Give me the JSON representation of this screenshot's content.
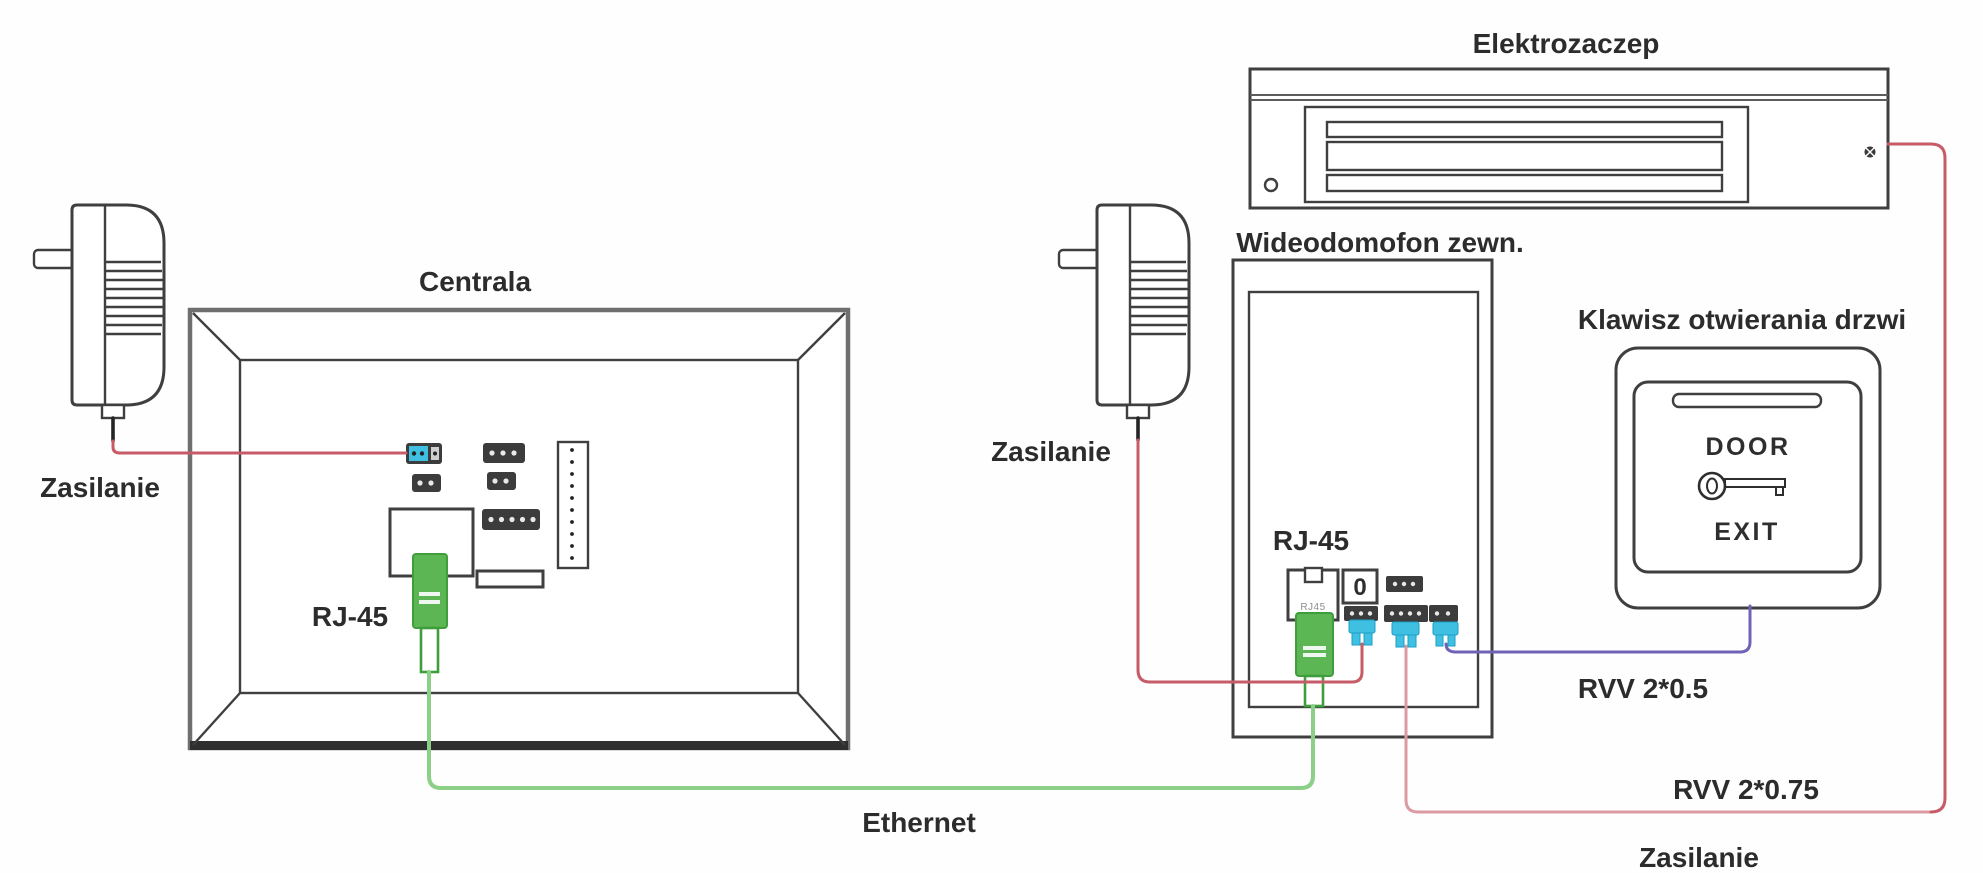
{
  "colors": {
    "wire_red": "#c75b68",
    "wire_red_pale": "#dc9aa3",
    "wire_green": "#8ccf86",
    "plug_green": "#5db654",
    "plug_green_dark": "#3f9e3c",
    "cyan": "#3fc0e2",
    "wire_purple": "#6f63b8",
    "outline": "#3f3f3f"
  },
  "components": {
    "centrala": {
      "label": "Centrala",
      "port_label": "RJ-45"
    },
    "adapter_left": {
      "label": "Zasilanie"
    },
    "adapter_mid": {
      "label": "Zasilanie"
    },
    "elektrozaczep": {
      "label": "Elektrozaczep"
    },
    "wideodomofon": {
      "label": "Wideodomofon zewn.",
      "port_label": "RJ-45",
      "socket_text": "RJ45",
      "aux_port_text": "0"
    },
    "exit_button": {
      "label": "Klawisz otwierania drzwi",
      "text_top": "DOOR",
      "text_bottom": "EXIT"
    }
  },
  "wires": {
    "ethernet": {
      "label": "Ethernet",
      "from": "centrala-rj45",
      "to": "wideodomofon-rj45"
    },
    "rvv05": {
      "label": "RVV 2*0.5",
      "from": "wideodomofon-terminal",
      "to": "exit-button"
    },
    "rvv075": {
      "label": "RVV 2*0.75",
      "from": "wideodomofon-terminal",
      "to": "elektrozaczep"
    },
    "power_bottom": {
      "label": "Zasilanie"
    }
  }
}
